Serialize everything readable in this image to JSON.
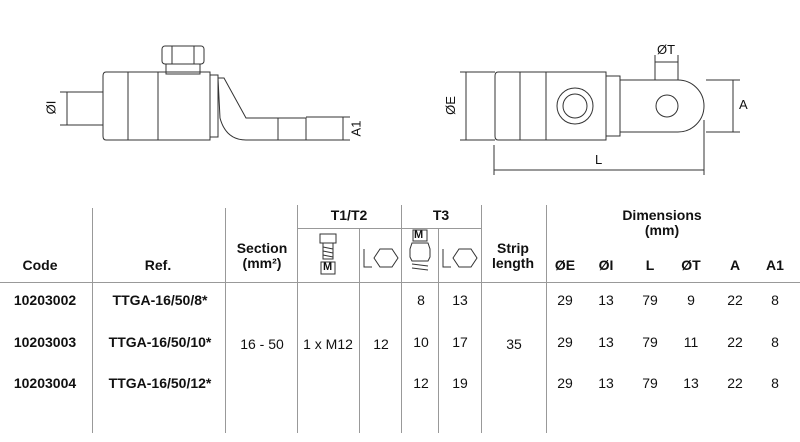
{
  "drawing": {
    "side_view": {
      "labels": {
        "inner_dia": "ØI",
        "a1": "A1"
      }
    },
    "top_view": {
      "labels": {
        "outer_dia": "ØE",
        "hole_dia": "ØT",
        "a": "A",
        "length": "L"
      }
    }
  },
  "table": {
    "headers": {
      "code": "Code",
      "ref": "Ref.",
      "section_line1": "Section",
      "section_line2": "(mm²)",
      "t1t2": "T1/T2",
      "t3": "T3",
      "bolt_icon_label": "M",
      "shear_icon_label": "M",
      "strip_line1": "Strip",
      "strip_line2": "length",
      "dimensions_line1": "Dimensions",
      "dimensions_line2": "(mm)",
      "dim_cols": [
        "ØE",
        "ØI",
        "L",
        "ØT",
        "A",
        "A1"
      ]
    },
    "shared": {
      "section": "16 - 50",
      "t1t2_bolt": "1 x M12",
      "t1t2_hex": "12",
      "strip_length": "35"
    },
    "rows": [
      {
        "code": "10203002",
        "ref": "TTGA-16/50/8*",
        "t3_m": "8",
        "t3_hex": "13",
        "dims": [
          "29",
          "13",
          "79",
          "9",
          "22",
          "8"
        ]
      },
      {
        "code": "10203003",
        "ref": "TTGA-16/50/10*",
        "t3_m": "10",
        "t3_hex": "17",
        "dims": [
          "29",
          "13",
          "79",
          "11",
          "22",
          "8"
        ]
      },
      {
        "code": "10203004",
        "ref": "TTGA-16/50/12*",
        "t3_m": "12",
        "t3_hex": "19",
        "dims": [
          "29",
          "13",
          "79",
          "13",
          "22",
          "8"
        ]
      }
    ]
  }
}
